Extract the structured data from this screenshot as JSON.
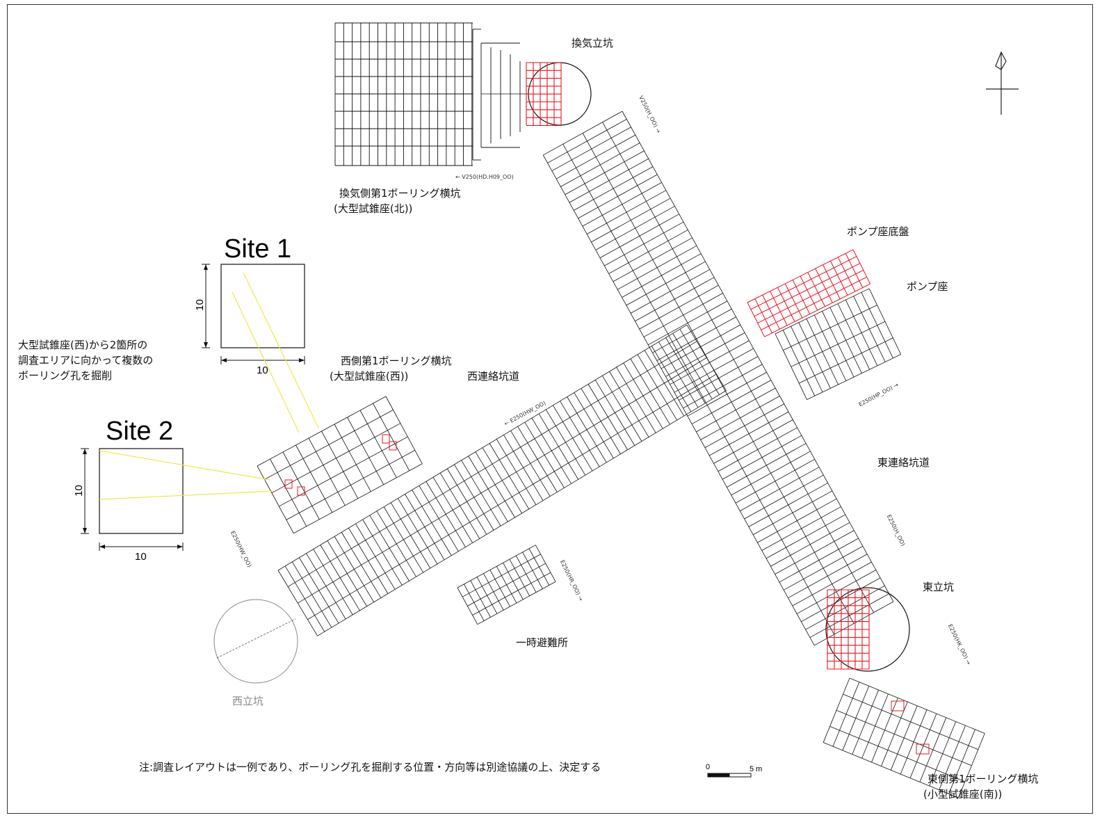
{
  "labels": {
    "ventilation_shaft": "換気立坑",
    "ventilation_gallery_line1": "換気側第1ボーリング横坑",
    "ventilation_gallery_line2": "(大型試錐座(北))",
    "pump_base_floor": "ポンプ座底盤",
    "pump_base": "ポンプ座",
    "west_gallery_line1": "西側第1ボーリング横坑",
    "west_gallery_line2": "(大型試錐座(西))",
    "west_connecting_drift": "西連絡坑道",
    "east_connecting_drift": "東連絡坑道",
    "east_shaft": "東立坑",
    "east_gallery_line1": "東側第1ボーリング横坑",
    "east_gallery_line2": "(小型試錐座(南))",
    "temporary_refuge": "一時避難所",
    "west_shaft": "西立坑",
    "description_line1": "大型試錐座(西)から2箇所の",
    "description_line2": "調査エリアに向かって複数の",
    "description_line3": "ボーリング孔を掘削",
    "note": "注:調査レイアウトは一例であり、ボーリング孔を掘削する位置・方向等は別途協議の上、決定する"
  },
  "sites": [
    {
      "name": "Site 1",
      "width_label": "10",
      "height_label": "10"
    },
    {
      "name": "Site 2",
      "width_label": "10",
      "height_label": "10"
    }
  ],
  "scale_bar": {
    "start": "0",
    "end": "5 m"
  },
  "drift_marks": {
    "v250_north": "← V250(HD.H09_OO)",
    "v250_main": "V250(H_OO) →",
    "e250_west": "← E250(HW_OO)",
    "e250_west_shaft": "E250(HW_OO)",
    "e250_pump": "E250(HP_OO) →",
    "e250_refuge": "E250(HR_OO) →",
    "e250_east": "E250(H_OO)",
    "e250_east_gallery": "E250(HK_OO) →"
  },
  "colors": {
    "line": "#111111",
    "boring_grid": "#e8141e",
    "boring_hole": "#f2e64a",
    "gray_text": "#888888"
  }
}
